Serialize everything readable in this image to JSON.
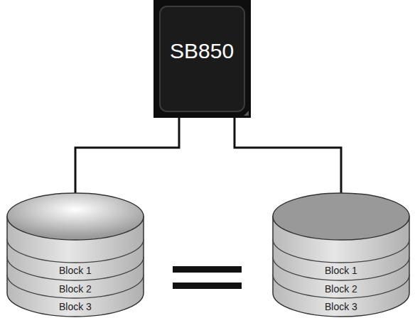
{
  "diagram": {
    "nodes": [
      {
        "text": [
          "SB850"
        ]
      },
      {
        "text": [
          "Block 1",
          "Block 2",
          "Block 3"
        ]
      },
      {
        "text": [
          "Block 1",
          "Block 2",
          "Block 3"
        ]
      }
    ],
    "edges": [
      {
        "from": 0,
        "to": 1,
        "arrow": "none"
      },
      {
        "from": 0,
        "to": 2,
        "arrow": "none"
      }
    ]
  }
}
